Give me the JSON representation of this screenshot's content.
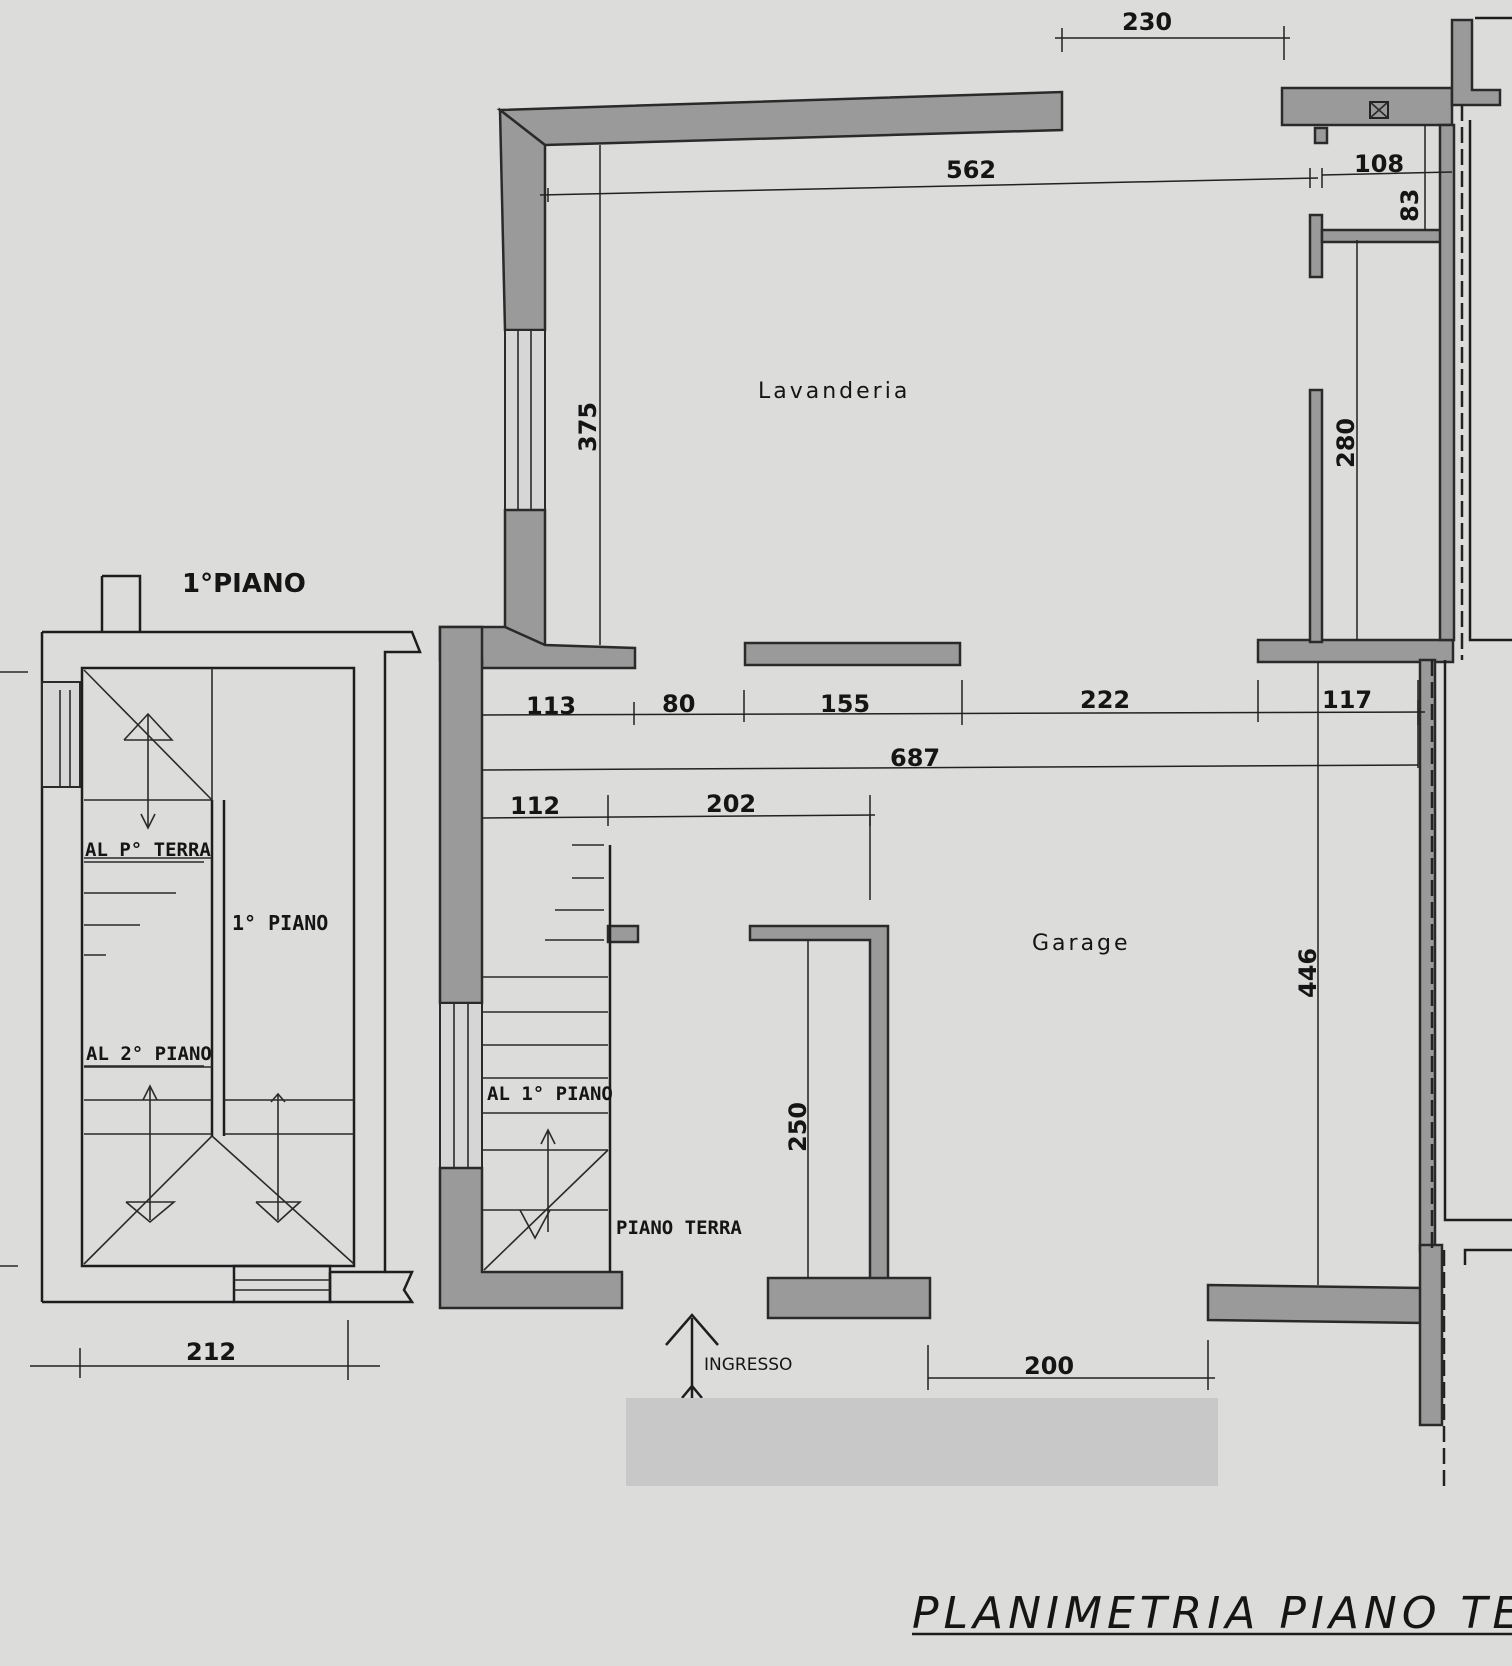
{
  "drawing": {
    "title": "PLANIMETRIA   PIANO TERRA",
    "first_floor_title": "1°PIANO",
    "rooms": {
      "laundry": "Lavanderia",
      "garage": "Garage"
    },
    "stair_labels": {
      "to_ground": "AL P° TERRA",
      "first_floor": "1° PIANO",
      "to_second": "AL 2° PIANO",
      "to_first": "AL 1° PIANO",
      "ground": "PIANO TERRA"
    },
    "entrance": "INGRESSO",
    "dimensions": {
      "top_opening": "230",
      "laundry_width": "562",
      "right_strip": "108",
      "small_depth": "83",
      "laundry_depth": "375",
      "right_room_depth": "280",
      "seg_113": "113",
      "seg_80": "80",
      "seg_155": "155",
      "seg_222": "222",
      "seg_117": "117",
      "garage_width": "687",
      "seg_112": "112",
      "seg_202": "202",
      "garage_depth": "446",
      "partition_length": "250",
      "door_width": "200",
      "stair_width": "212"
    }
  }
}
